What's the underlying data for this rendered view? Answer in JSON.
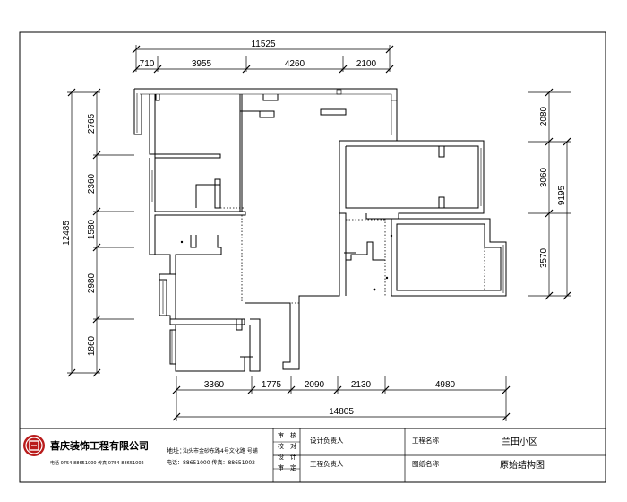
{
  "dimensions": {
    "top": {
      "total": "11525",
      "segments": [
        "710",
        "3955",
        "4260",
        "2100"
      ]
    },
    "bottom": {
      "total": "14805",
      "segments": [
        "3360",
        "1775",
        "2090",
        "2130",
        "4980"
      ]
    },
    "left": {
      "total": "12485",
      "segments": [
        "2765",
        "2360",
        "1580",
        "2980",
        "1860"
      ]
    },
    "right": {
      "total": "9195",
      "segments": [
        "2080",
        "3060",
        "3570"
      ]
    }
  },
  "title_block": {
    "company_name": "喜庆装饰工程有限公司",
    "company_contact": "电话 0754-88651000  传真 0754-88651002",
    "address_label": "地址：",
    "address": "汕头市金砂东路4号文化路 号铺",
    "phone_line": "电话：88651000  传真：88651002",
    "sign_labels": [
      "审　核",
      "校　对",
      "设　计",
      "审　定"
    ],
    "design_manager_label": "设计负责人",
    "project_manager_label": "工程负责人",
    "project_name_label": "工程名称",
    "project_name": "兰田小区",
    "drawing_name_label": "图纸名称",
    "drawing_name": "原始结构图"
  }
}
